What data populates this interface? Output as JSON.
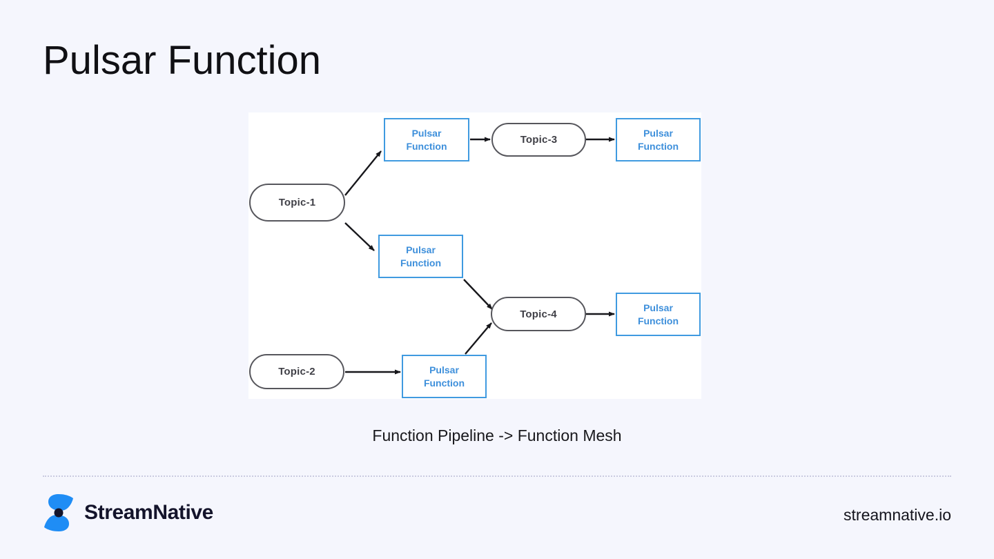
{
  "slide": {
    "title": "Pulsar Function",
    "caption": "Function Pipeline -> Function Mesh",
    "background_color": "#f5f6fd"
  },
  "diagram": {
    "canvas_background": "#ffffff",
    "topic_border_color": "#56565c",
    "topic_text_color": "#3f3f46",
    "function_border_color": "#3f9ae0",
    "function_text_color": "#3d8fdb",
    "arrow_color": "#17171b",
    "nodes": [
      {
        "id": "topic-1",
        "type": "topic",
        "label": "Topic-1"
      },
      {
        "id": "function-1",
        "type": "function",
        "label_line1": "Pulsar",
        "label_line2": "Function"
      },
      {
        "id": "topic-3",
        "type": "topic",
        "label": "Topic-3"
      },
      {
        "id": "function-2",
        "type": "function",
        "label_line1": "Pulsar",
        "label_line2": "Function"
      },
      {
        "id": "function-3",
        "type": "function",
        "label_line1": "Pulsar",
        "label_line2": "Function"
      },
      {
        "id": "topic-4",
        "type": "topic",
        "label": "Topic-4"
      },
      {
        "id": "function-4",
        "type": "function",
        "label_line1": "Pulsar",
        "label_line2": "Function"
      },
      {
        "id": "topic-2",
        "type": "topic",
        "label": "Topic-2"
      },
      {
        "id": "function-5",
        "type": "function",
        "label_line1": "Pulsar",
        "label_line2": "Function"
      }
    ],
    "edges": [
      {
        "from": "topic-1",
        "to": "function-1"
      },
      {
        "from": "function-1",
        "to": "topic-3"
      },
      {
        "from": "topic-3",
        "to": "function-2"
      },
      {
        "from": "topic-1",
        "to": "function-3"
      },
      {
        "from": "function-3",
        "to": "topic-4"
      },
      {
        "from": "topic-4",
        "to": "function-4"
      },
      {
        "from": "topic-2",
        "to": "function-5"
      },
      {
        "from": "function-5",
        "to": "topic-4"
      }
    ]
  },
  "footer": {
    "brand_name": "StreamNative",
    "url": "streamnative.io",
    "logo_color": "#1f8df5",
    "logo_dot_color": "#14142b",
    "brand_text_color": "#14142b"
  }
}
